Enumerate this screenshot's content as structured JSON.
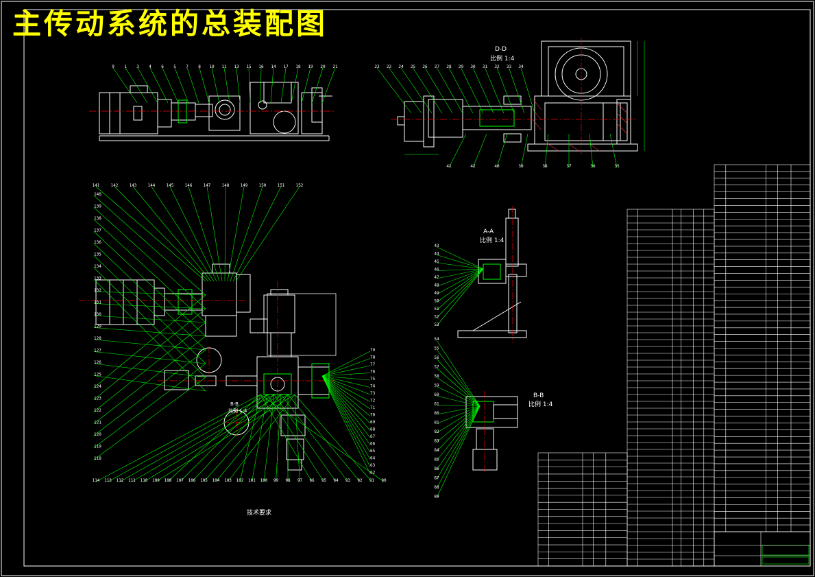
{
  "title": "主传动系统的总装配图",
  "colors": {
    "background": "#000000",
    "title": "#ffff00",
    "leader": "#00ff00",
    "outline": "#ffffff",
    "center": "#ff0000",
    "dim": "#00ff00"
  },
  "views": {
    "section_dd": {
      "label": "D-D",
      "scale": "比例 1:4"
    },
    "section_aa": {
      "label": "A-A",
      "scale": "比例 1:4"
    },
    "section_bb": {
      "label": "B-B",
      "scale": "比例 1:4"
    },
    "section_bb_small": {
      "label": "B-B",
      "scale": "比例 1:4"
    }
  },
  "tech_req_title": "技术要求",
  "top_left_balloons": [
    "9",
    "1",
    "3",
    "4",
    "6",
    "5",
    "7",
    "8",
    "10",
    "11",
    "13",
    "15",
    "16",
    "14",
    "17",
    "18",
    "19",
    "20",
    "21"
  ],
  "top_right_balloons": [
    "23",
    "22",
    "24",
    "25",
    "26",
    "27",
    "28",
    "29",
    "30",
    "31",
    "32",
    "33",
    "34"
  ],
  "top_right_bottom_balloons": [
    "41",
    "42",
    "40",
    "39",
    "38",
    "37",
    "36",
    "35"
  ],
  "mid_left_top_balloons": [
    "141",
    "142",
    "143",
    "144",
    "145",
    "146",
    "147",
    "148",
    "149",
    "150",
    "151",
    "152"
  ],
  "mid_left_side_balloons": [
    "140",
    "139",
    "138",
    "137",
    "136",
    "135",
    "134",
    "133",
    "132",
    "131",
    "130",
    "129",
    "128",
    "127",
    "126",
    "125",
    "124",
    "123",
    "122",
    "121",
    "120",
    "119",
    "118"
  ],
  "mid_left_bottom_balloons": [
    "114",
    "113",
    "112",
    "111",
    "110",
    "109",
    "108",
    "107",
    "106",
    "105",
    "104",
    "103",
    "102",
    "101",
    "100",
    "99",
    "98",
    "97",
    "96",
    "95",
    "94",
    "93",
    "92",
    "91",
    "90"
  ],
  "mid_left_right_balloons": [
    "79",
    "78",
    "77",
    "76",
    "75",
    "74",
    "73",
    "72",
    "71",
    "70",
    "69",
    "68",
    "67",
    "66",
    "65",
    "64",
    "63",
    "62"
  ],
  "aa_balloons": [
    "43",
    "44",
    "45",
    "46",
    "47",
    "48",
    "49",
    "50",
    "51",
    "52",
    "53"
  ],
  "bb_balloons": [
    "54",
    "55",
    "56",
    "57",
    "58",
    "59",
    "60",
    "61",
    "80",
    "81",
    "82",
    "83",
    "84",
    "85",
    "86",
    "87",
    "88",
    "89"
  ]
}
